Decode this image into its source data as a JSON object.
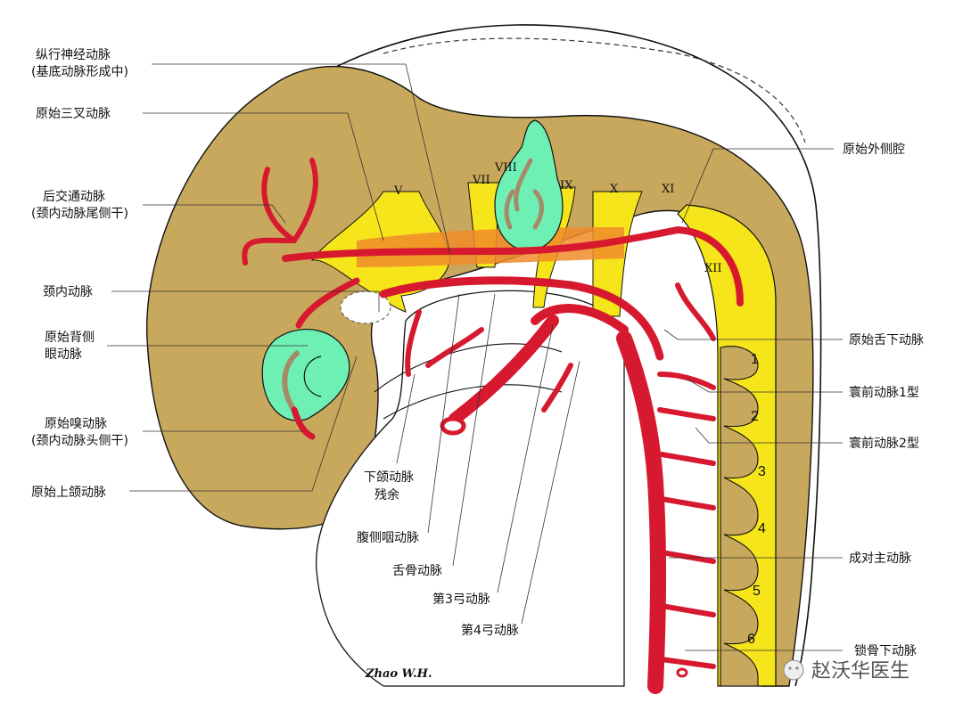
{
  "colors": {
    "tissue": "#c8a85c",
    "outline": "#111111",
    "artery": "#d7192f",
    "nerve_ganglion": "#f5e51a",
    "overlap": "#f08c2a",
    "otic": "#6ef0b4",
    "vessel_in_otic": "#a58a6a"
  },
  "labels_left": [
    {
      "lines": [
        "纵行神经动脉",
        "(基底动脉形成中)"
      ]
    },
    {
      "lines": [
        "原始三叉动脉"
      ]
    },
    {
      "lines": [
        "后交通动脉",
        "(颈内动脉尾侧干)"
      ]
    },
    {
      "lines": [
        "颈内动脉"
      ]
    },
    {
      "lines": [
        "原始背侧",
        "眼动脉"
      ]
    },
    {
      "lines": [
        "原始嗅动脉",
        "(颈内动脉头侧干)"
      ]
    },
    {
      "lines": [
        "原始上颌动脉"
      ]
    }
  ],
  "labels_right": [
    {
      "lines": [
        "原始外侧腔"
      ]
    },
    {
      "lines": [
        "原始舌下动脉"
      ]
    },
    {
      "lines": [
        "寰前动脉1型"
      ]
    },
    {
      "lines": [
        "寰前动脉2型"
      ]
    },
    {
      "lines": [
        "成对主动脉"
      ]
    },
    {
      "lines": [
        "锁骨下动脉"
      ]
    }
  ],
  "labels_bottom": [
    {
      "lines": [
        "下颌动脉",
        "残余"
      ]
    },
    {
      "lines": [
        "腹侧咽动脉"
      ]
    },
    {
      "lines": [
        "舌骨动脉"
      ]
    },
    {
      "lines": [
        "第3弓动脉"
      ]
    },
    {
      "lines": [
        "第4弓动脉"
      ]
    }
  ],
  "nerves": [
    "V",
    "VII",
    "VIII",
    "IX",
    "X",
    "XI",
    "XII"
  ],
  "somites": [
    "1",
    "2",
    "3",
    "4",
    "5",
    "6"
  ],
  "signature": "Zhao W.H.",
  "watermark": "赵沃华医生"
}
